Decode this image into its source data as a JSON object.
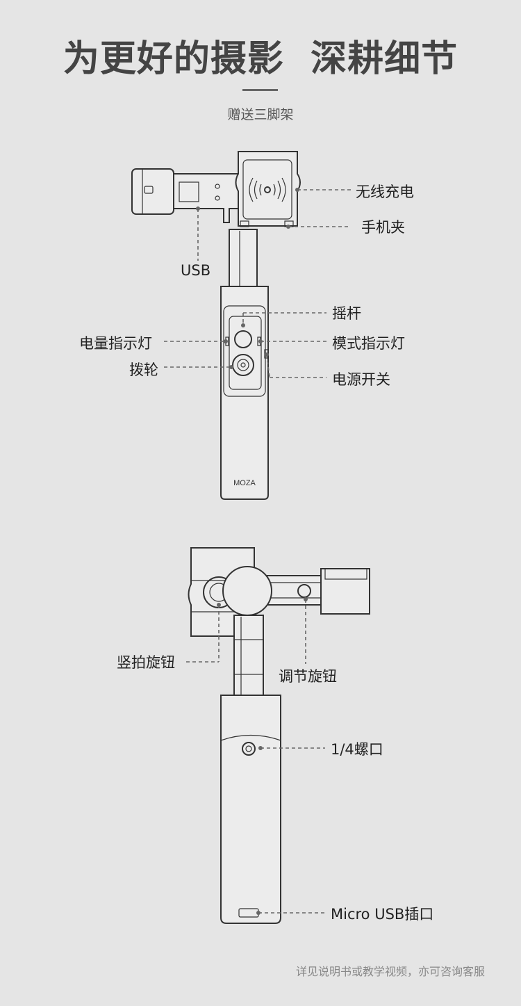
{
  "header": {
    "title": "为更好的摄影  深耕细节",
    "subtitle": "赠送三脚架"
  },
  "front_view": {
    "labels": {
      "wireless_charging": "无线充电",
      "phone_clamp": "手机夹",
      "usb": "USB",
      "joystick": "摇杆",
      "battery_indicator": "电量指示灯",
      "mode_indicator": "模式指示灯",
      "dial_wheel": "拨轮",
      "power_switch": "电源开关"
    },
    "brand": "MOZA"
  },
  "back_view": {
    "labels": {
      "portrait_knob": "竖拍旋钮",
      "adjust_knob": "调节旋钮",
      "quarter_inch_mount": "1/4螺口",
      "micro_usb_port": "Micro USB插口"
    }
  },
  "footer": {
    "note": "详见说明书或教学视频，亦可咨询客服"
  }
}
